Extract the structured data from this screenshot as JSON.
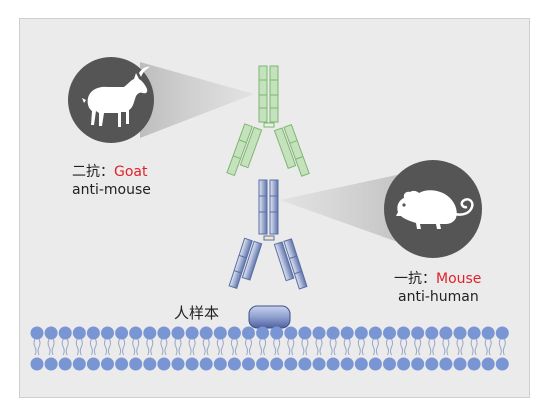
{
  "secondary": {
    "prefix": "二抗：",
    "species": "Goat",
    "target": "anti-mouse",
    "icon": "goat-icon"
  },
  "primary": {
    "prefix": "一抗：",
    "species": "Mouse",
    "target": "anti-human",
    "icon": "mouse-icon"
  },
  "sample": {
    "label": "人样本"
  },
  "colors": {
    "panel": "#ebebeb",
    "circle": "#555555",
    "secondary_antibody": "#bfe0b6",
    "secondary_stroke": "#7fb673",
    "primary_antibody_light": "#d7deee",
    "primary_antibody_dark": "#5a6fa6",
    "membrane": "#7a95d4",
    "species_text": "#e0232a"
  }
}
